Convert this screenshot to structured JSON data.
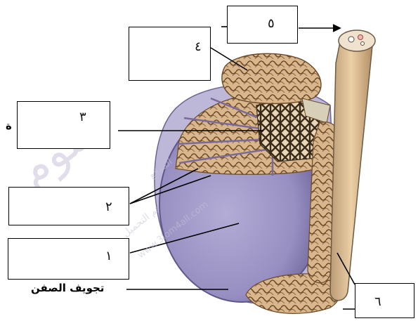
{
  "labels": {
    "label_1": "١",
    "label_2": "٢",
    "label_3": "٣",
    "label_4": "٤",
    "label_5": "٥",
    "label_6": "٦"
  },
  "captions": {
    "scrotal_cavity": "تجويف الصفن",
    "cut_letter": "ة"
  },
  "watermarks": {
    "site": "علوم",
    "site_small": "الموقع",
    "credit": "تم التحميل من موقع علوم",
    "url": "www.3lom4all.com"
  },
  "colors": {
    "testis": "#9c94c2",
    "tunica": "#6c6499",
    "tubules": "#d8b58a",
    "tubule_lines": "#6b4a2a",
    "cord": "#e2c095",
    "cavity": "#b7b1d3"
  }
}
